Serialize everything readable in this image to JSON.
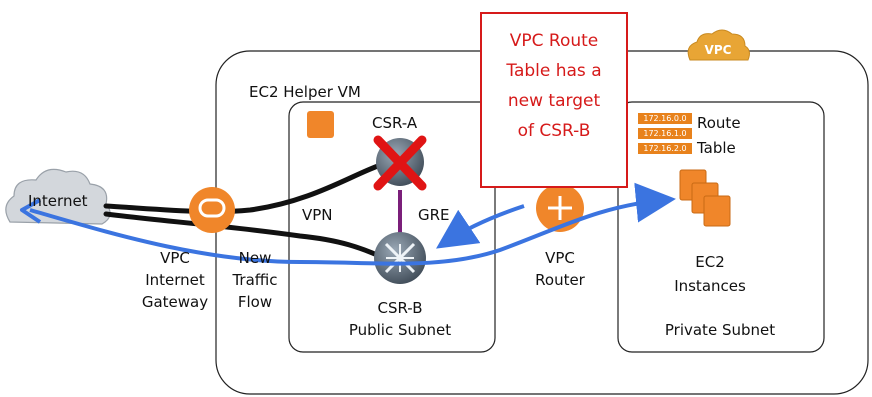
{
  "labels": {
    "vpc_badge": "VPC",
    "ec2_helper": "EC2 Helper VM",
    "csr_a": "CSR-A",
    "csr_b": "CSR-B",
    "public_subnet": "Public Subnet",
    "vpn": "VPN",
    "gre": "GRE",
    "internet": "Internet",
    "igw_line1": "VPC",
    "igw_line2": "Internet",
    "igw_line3": "Gateway",
    "new_flow_line1": "New",
    "new_flow_line2": "Traffic",
    "new_flow_line3": "Flow",
    "router_line1": "VPC",
    "router_line2": "Router",
    "route_table_line1": "Route",
    "route_table_line2": "Table",
    "route_ips": [
      "172.16.0.0",
      "172.16.1.0",
      "172.16.2.0"
    ],
    "ec2_line1": "EC2",
    "ec2_line2": "Instances",
    "private_subnet": "Private Subnet"
  },
  "callout": {
    "line1": "VPC Route",
    "line2": "Table has a",
    "line3": "new target",
    "line4": "of CSR-B"
  },
  "colors": {
    "aws_orange": "#f0862a",
    "callout_red": "#d61a1a",
    "flow_blue": "#3b74e0",
    "gre_purple": "#7b1f7a",
    "router_gray": "#5d6b7a",
    "cloud_gray": "#cfd3d8"
  },
  "icons": [
    "cloud-icon",
    "internet-gateway-icon",
    "router-icon",
    "vpc-router-icon",
    "ec2-instance-icon",
    "ec2-instances-icon",
    "red-x-icon",
    "route-table-icon"
  ]
}
